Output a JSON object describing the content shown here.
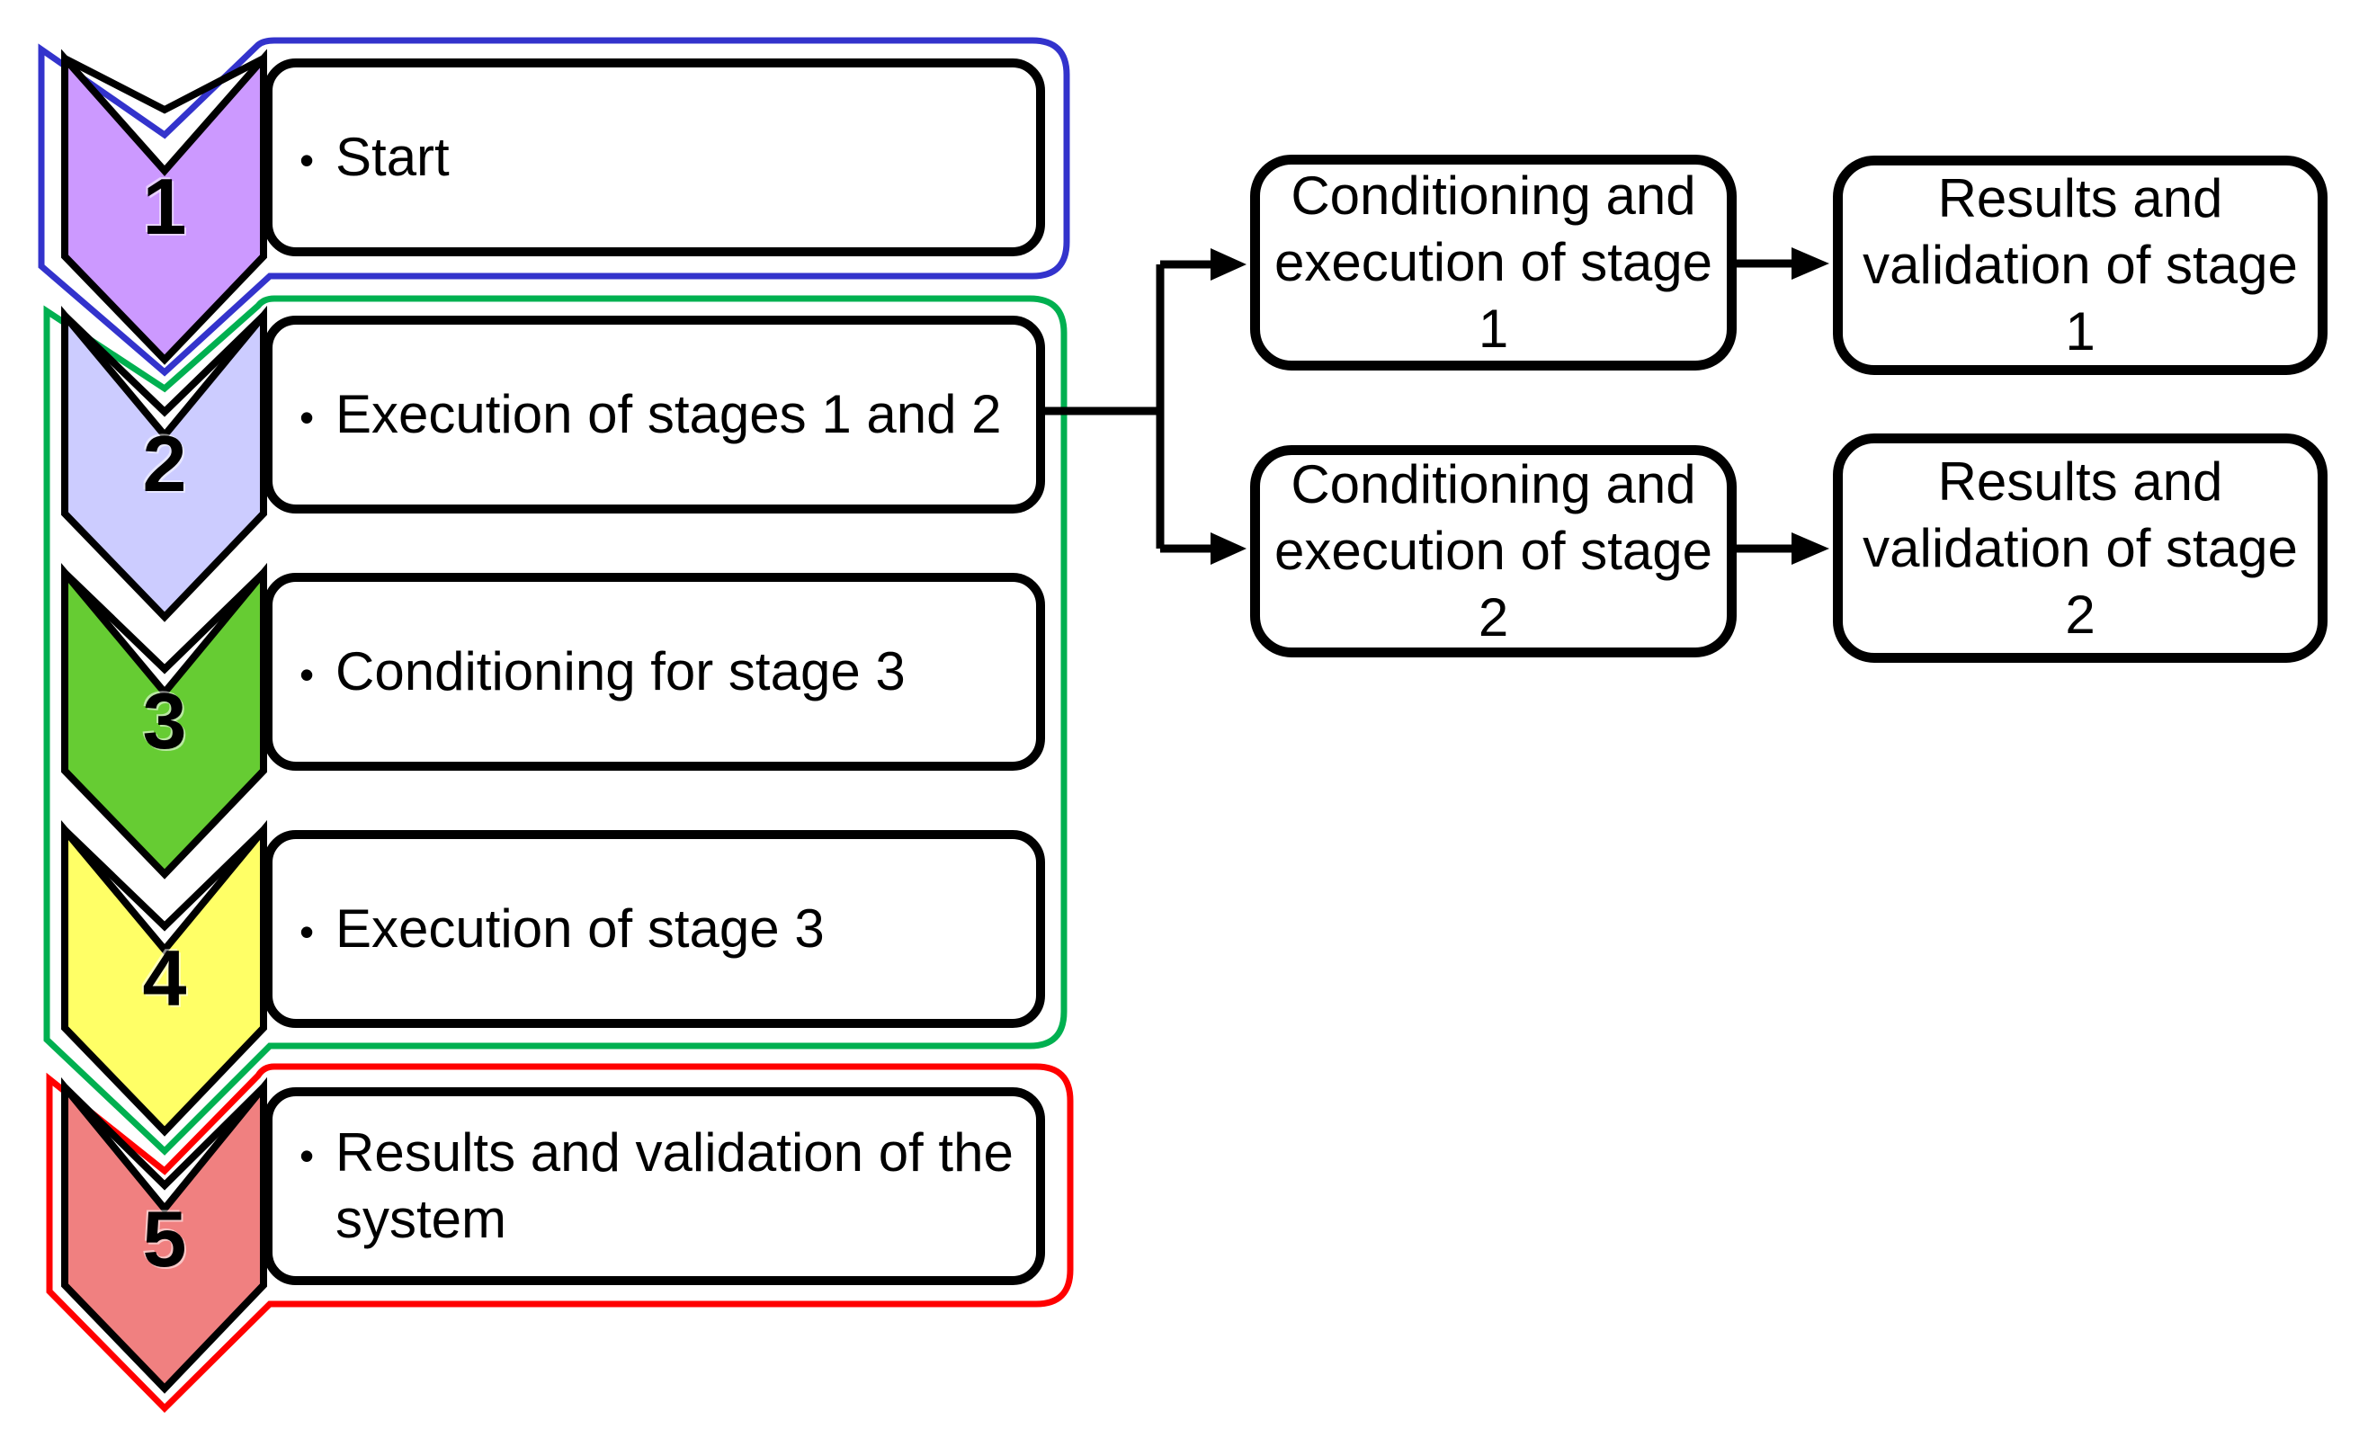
{
  "bullet_char": "•",
  "steps": [
    {
      "number": "1",
      "label": "Start",
      "chevron_color": "#CC99FF",
      "group_outline": "#3333CC"
    },
    {
      "number": "2",
      "label": "Execution of stages 1 and 2",
      "chevron_color": "#CCCCFF",
      "group_outline": "#00B050"
    },
    {
      "number": "3",
      "label": "Conditioning for stage 3",
      "chevron_color": "#66CC33",
      "group_outline": "#00B050"
    },
    {
      "number": "4",
      "label": "Execution of stage 3",
      "chevron_color": "#FFFF66",
      "group_outline": "#00B050"
    },
    {
      "number": "5",
      "label": "Results and validation of the system",
      "chevron_color": "#F08080",
      "group_outline": "#FF0000"
    }
  ],
  "branch_boxes": [
    {
      "label": "Conditioning and execution of stage 1"
    },
    {
      "label": "Results and validation of stage 1"
    },
    {
      "label": "Conditioning and execution of stage 2"
    },
    {
      "label": "Results and validation of stage 2"
    }
  ],
  "colors": {
    "group_outline_blue": "#3333CC",
    "group_outline_green": "#00B050",
    "group_outline_red": "#FF0000",
    "chevron_border": "#000000",
    "box_border": "#000000",
    "connector": "#000000",
    "background": "#FFFFFF"
  }
}
